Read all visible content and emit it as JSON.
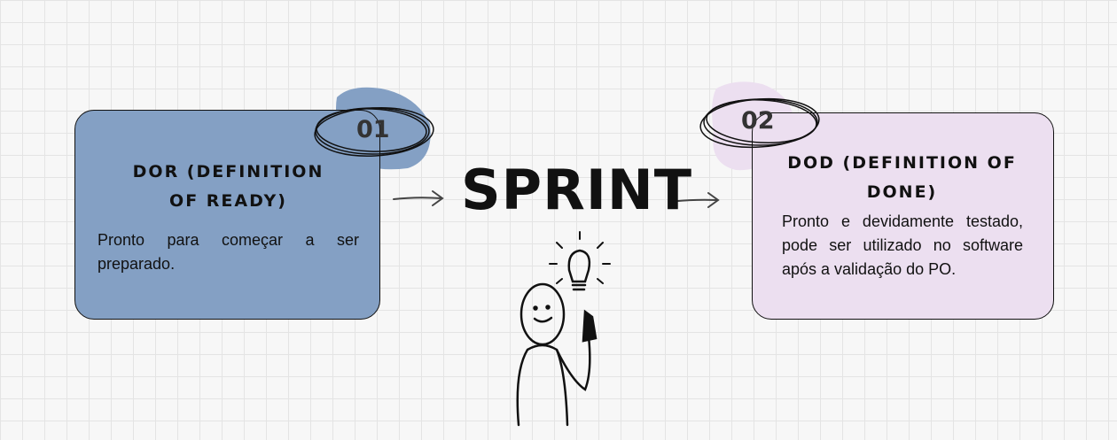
{
  "center": {
    "label": "SPRINT"
  },
  "cards": [
    {
      "number": "01",
      "title": "DOR (DEFINITION OF READY)",
      "description": "Pronto para começar a ser preparado.",
      "color": "#84a0c4"
    },
    {
      "number": "02",
      "title": "DOD (DEFINITION OF DONE)",
      "description": "Pronto e devidamente testado, pode ser utilizado no software após a validação do PO.",
      "color": "#ecdff0"
    }
  ]
}
